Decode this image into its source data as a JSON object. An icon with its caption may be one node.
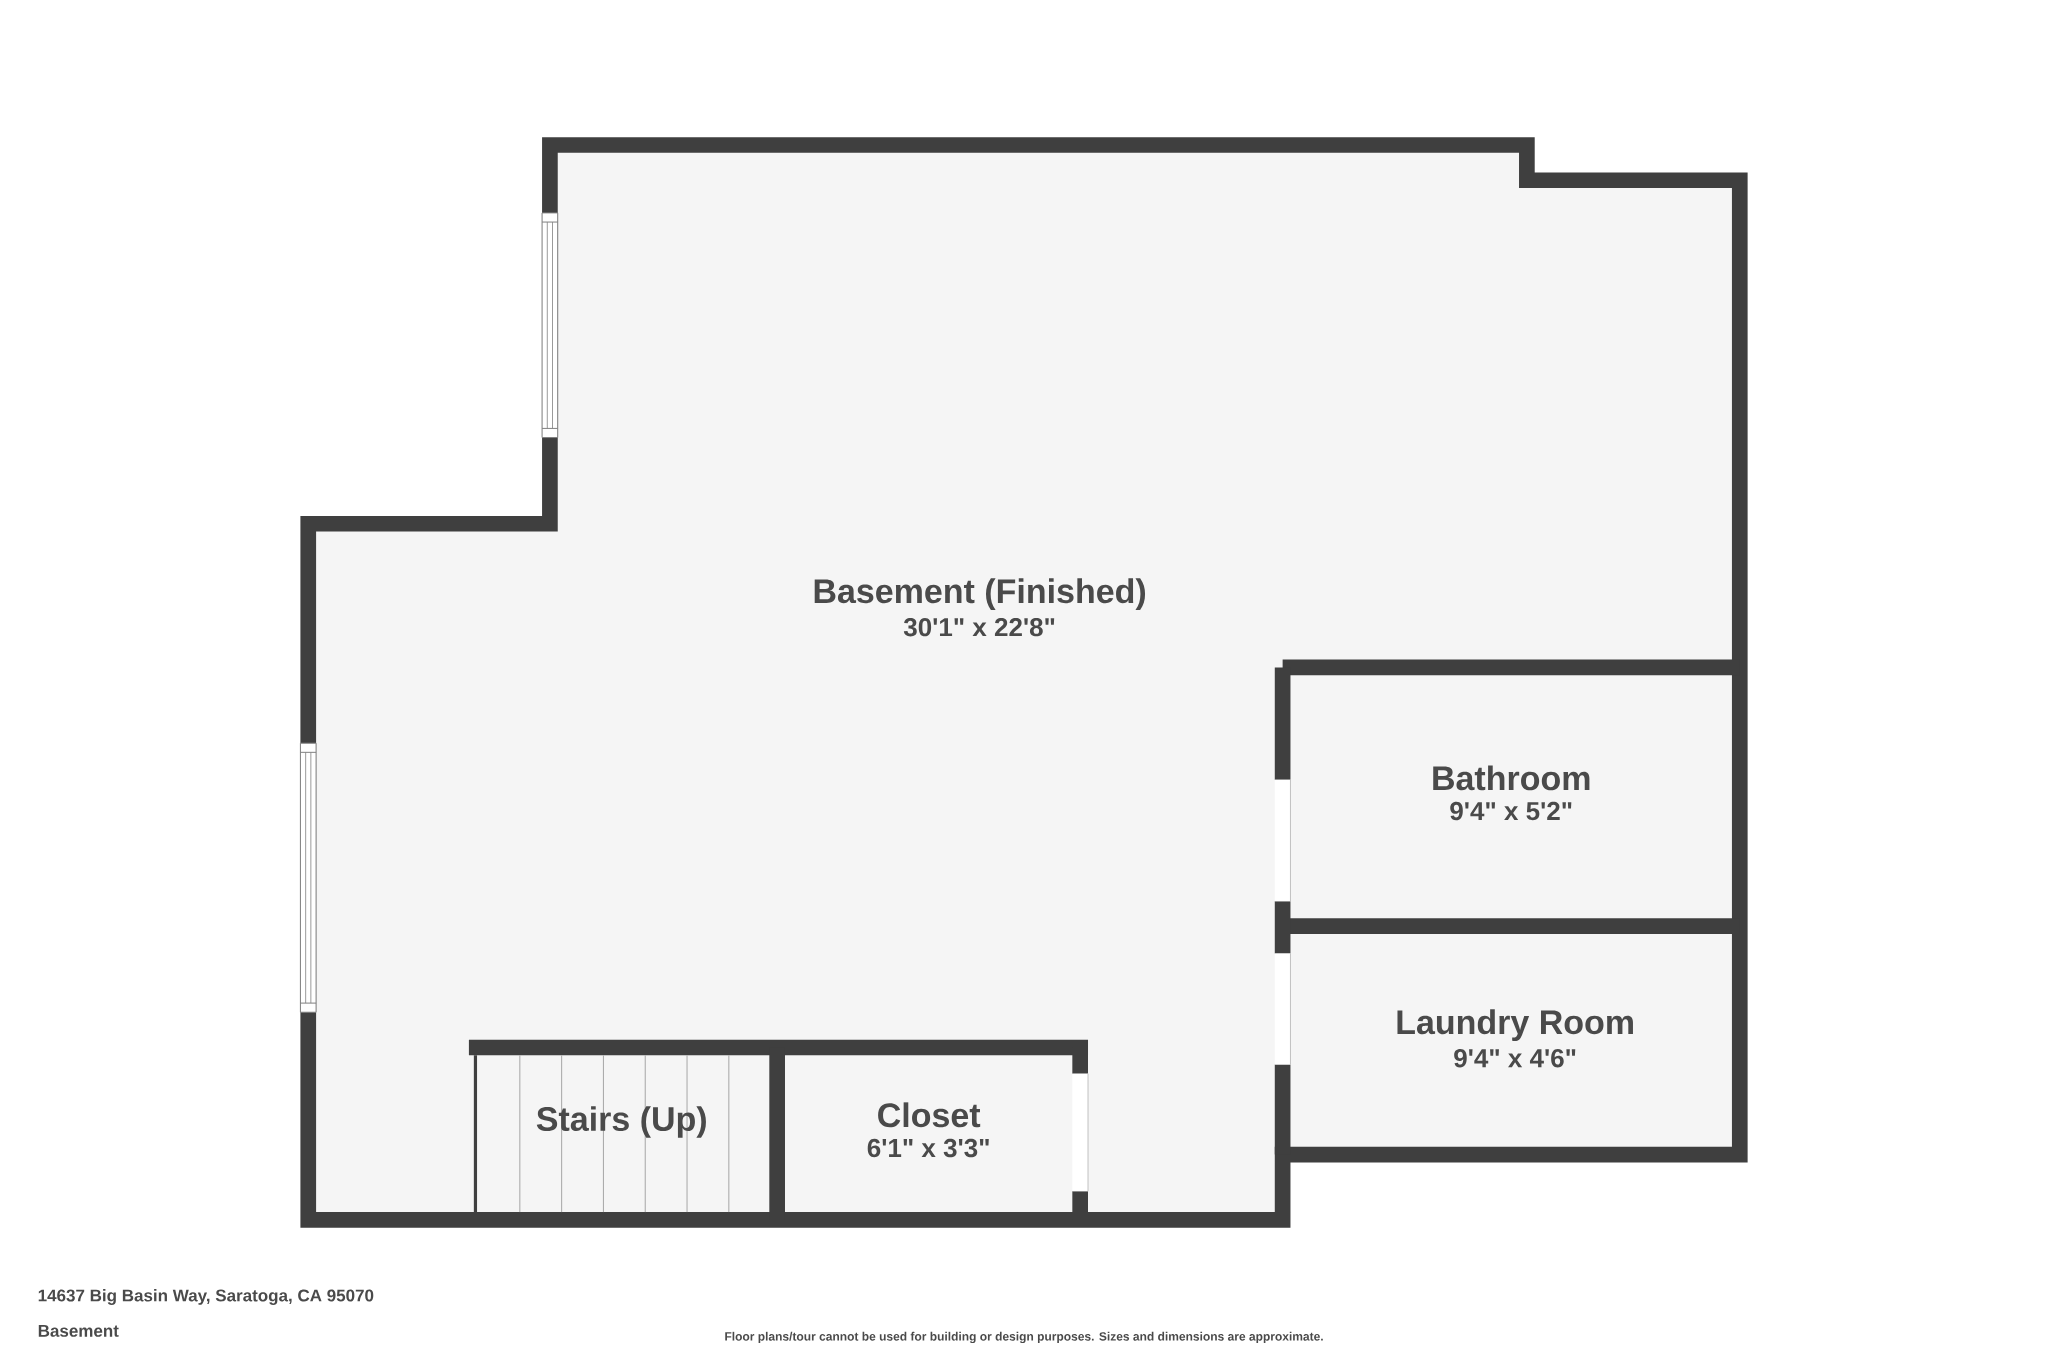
{
  "diagram": {
    "nodes": [
      {
        "text": [
          "Basement (Finished)",
          "30'1\" x 22'8\""
        ]
      },
      {
        "text": [
          "Bathroom",
          "9'4\" x 5'2\""
        ]
      },
      {
        "text": [
          "Laundry Room",
          "9'4\" x 4'6\""
        ]
      },
      {
        "text": [
          "Stairs (Up)"
        ]
      },
      {
        "text": [
          "Closet",
          "6'1\" x 3'3\""
        ]
      }
    ],
    "labels": [
      "14637 Big Basin Way, Saratoga, CA 95070",
      "Basement",
      "Floor plans/tour cannot be used for building or design purposes. Sizes and dimensions are approximate."
    ]
  }
}
